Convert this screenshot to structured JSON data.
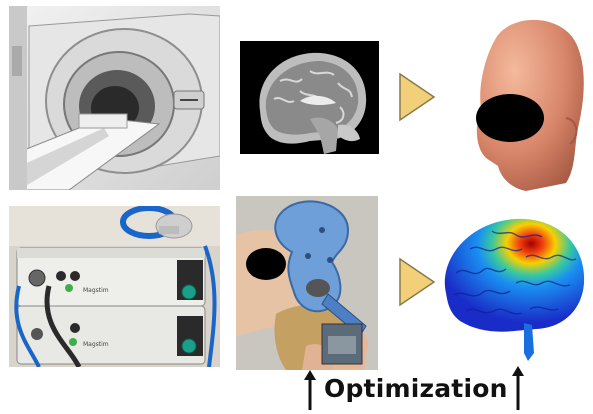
{
  "panels": {
    "mri_scanner": {
      "icon": "mri-scanner-photo"
    },
    "brain_slice": {
      "icon": "sagittal-mri-slice"
    },
    "head_model": {
      "icon": "3d-head-model"
    },
    "stim_device": {
      "icon": "magnetic-stimulator-device",
      "brand_top": "Magstim",
      "brand_bottom": "Magstim"
    },
    "coil_placement": {
      "icon": "tms-coil-on-head-photo"
    },
    "brain_field": {
      "icon": "brain-electric-field-map"
    }
  },
  "arrows": {
    "color": "#f2d07a",
    "stroke": "#8a7a4a"
  },
  "caption": {
    "label": "Optimization"
  }
}
